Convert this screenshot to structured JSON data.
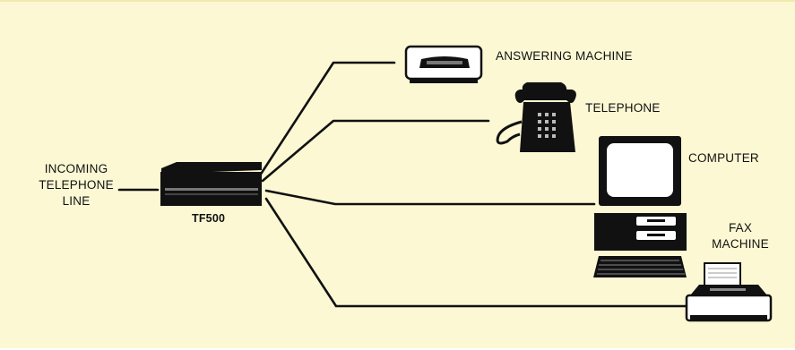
{
  "source": {
    "line1": "INCOMING",
    "line2": "TELEPHONE",
    "line3": "LINE"
  },
  "hub": {
    "label": "TF500"
  },
  "devices": {
    "answering_machine": "ANSWERING MACHINE",
    "telephone": "TELEPHONE",
    "computer": "COMPUTER",
    "fax_line1": "FAX",
    "fax_line2": "MACHINE"
  },
  "colors": {
    "background": "#fcf8d3",
    "line": "#111111",
    "device_body": "#ffffff",
    "device_dark": "#111111"
  },
  "icons": [
    "answering-machine-icon",
    "telephone-icon",
    "computer-icon",
    "fax-machine-icon",
    "tf500-device-icon"
  ]
}
